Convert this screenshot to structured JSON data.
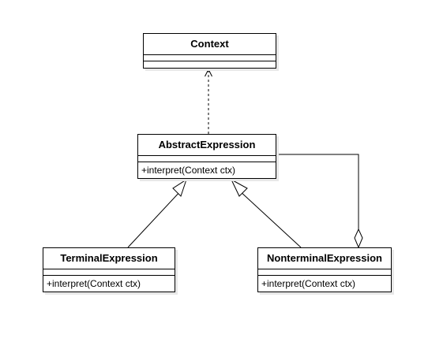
{
  "classes": {
    "context": {
      "name": "Context",
      "operations": []
    },
    "abstract_expression": {
      "name": "AbstractExpression",
      "operations": [
        "+interpret(Context ctx)"
      ]
    },
    "terminal_expression": {
      "name": "TerminalExpression",
      "operations": [
        "+interpret(Context ctx)"
      ]
    },
    "nonterminal_expression": {
      "name": "NonterminalExpression",
      "operations": [
        "+interpret(Context ctx)"
      ]
    }
  },
  "relationships": [
    {
      "type": "dependency",
      "from": "AbstractExpression",
      "to": "Context"
    },
    {
      "type": "generalization",
      "from": "TerminalExpression",
      "to": "AbstractExpression"
    },
    {
      "type": "generalization",
      "from": "NonterminalExpression",
      "to": "AbstractExpression"
    },
    {
      "type": "aggregation",
      "from": "NonterminalExpression",
      "to": "AbstractExpression"
    }
  ]
}
